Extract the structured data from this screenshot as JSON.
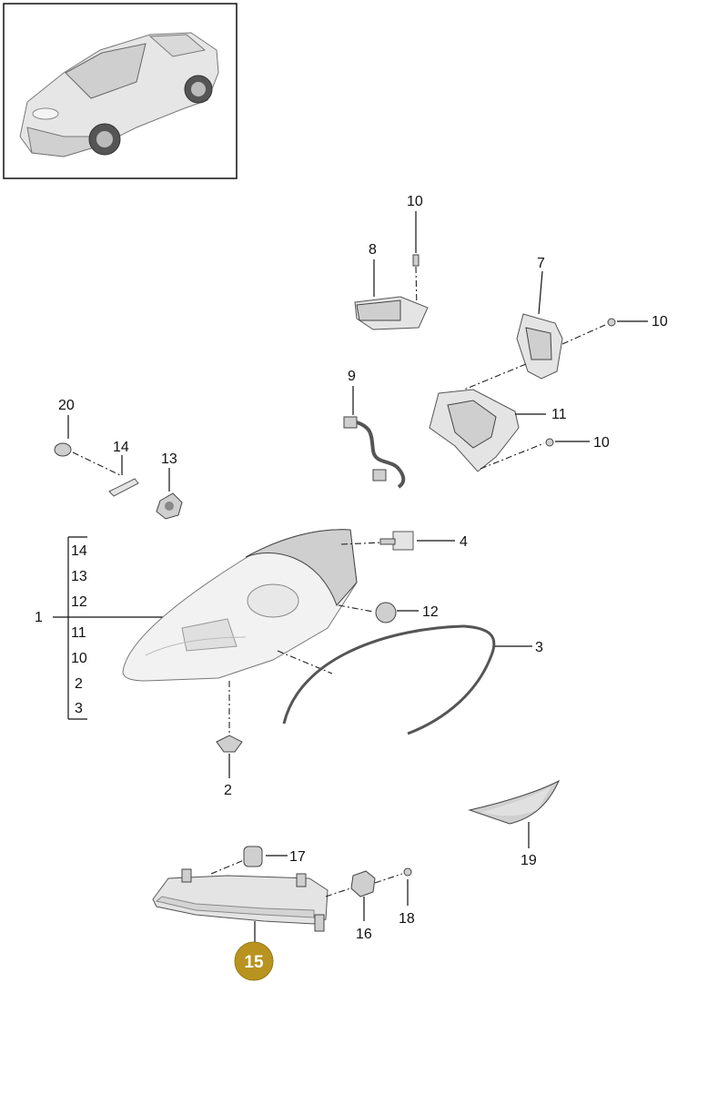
{
  "callouts": {
    "c10a": "10",
    "c8": "8",
    "c7": "7",
    "c10b": "10",
    "c9": "9",
    "c11": "11",
    "c10c": "10",
    "c20": "20",
    "c14": "14",
    "c13": "13",
    "c4": "4",
    "c12": "12",
    "c1": "1",
    "c3": "3",
    "c2": "2",
    "c19": "19",
    "c17": "17",
    "c18": "18",
    "c16": "16"
  },
  "bracket_items": [
    "14",
    "13",
    "12",
    "11",
    "10",
    "2",
    "3"
  ],
  "highlight": {
    "label": "15",
    "color": "#b8931f"
  },
  "icons": {
    "thumbnail": "car-thumbnail-icon",
    "headlight": "headlight-assembly-icon"
  }
}
